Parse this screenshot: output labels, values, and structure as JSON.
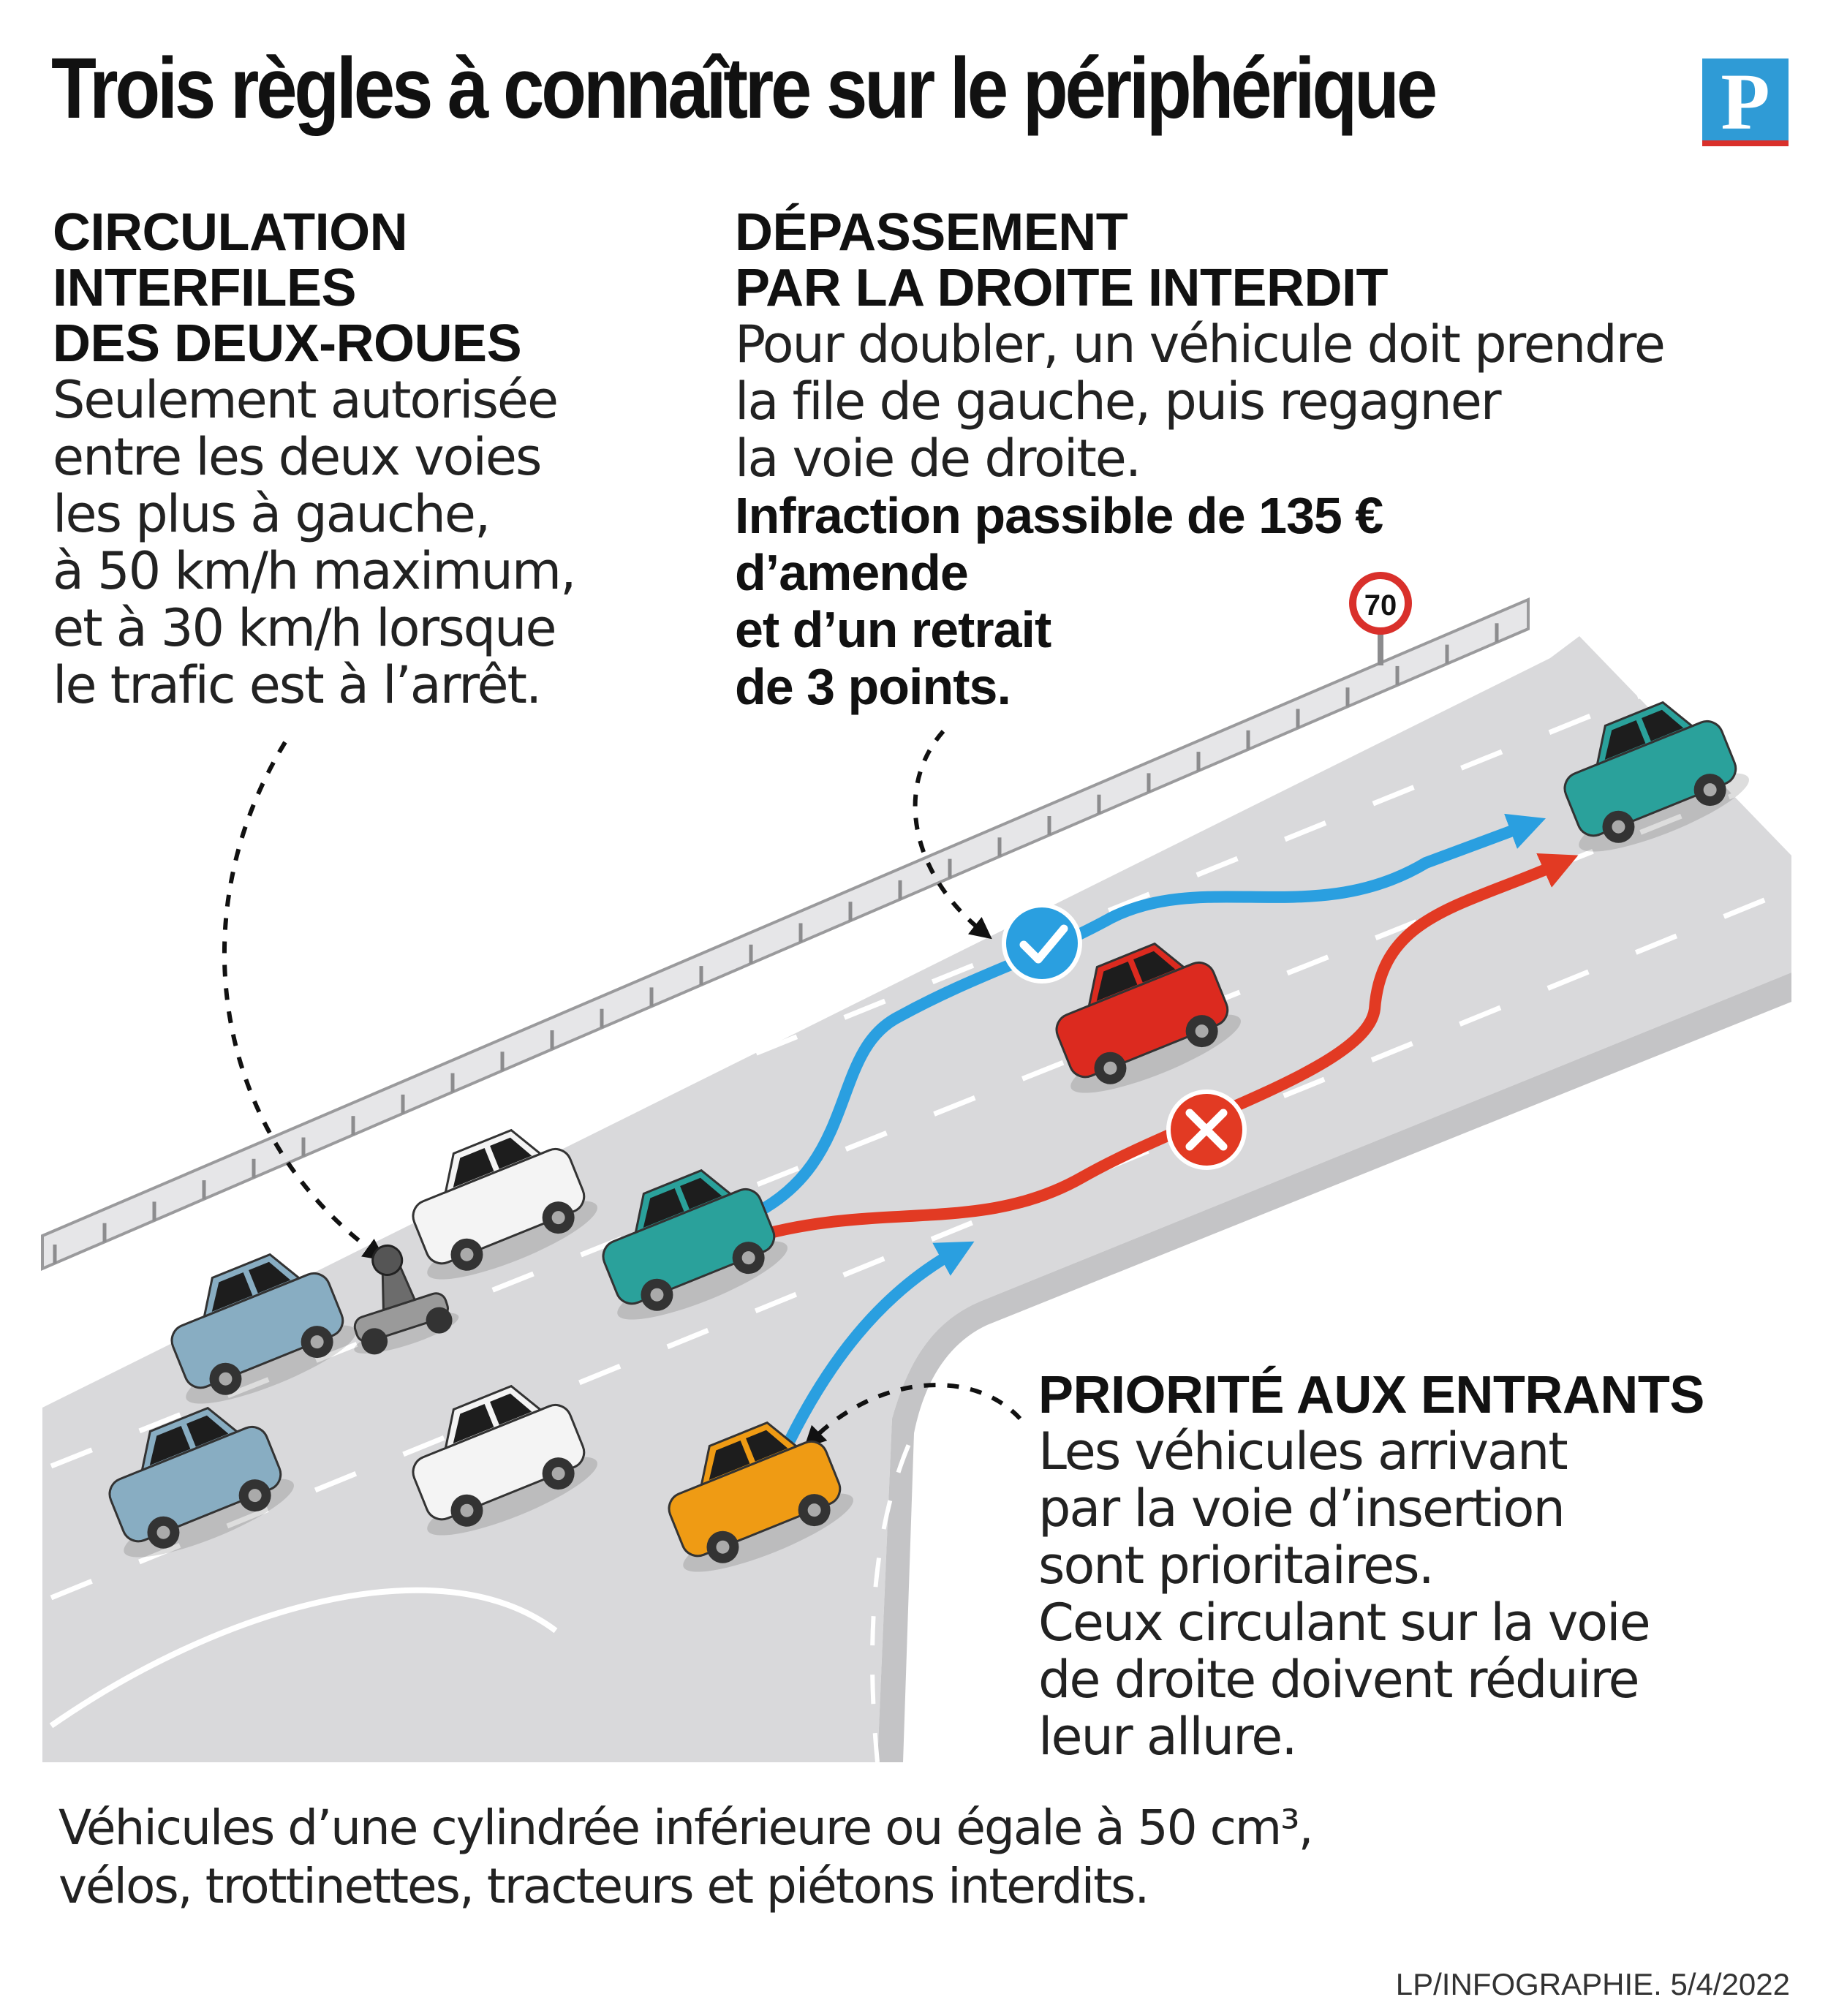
{
  "title": "Trois règles à connaître sur le périphérique",
  "logo": {
    "letter": "P",
    "color": "#2f9bd6",
    "underline_color": "#d9302b"
  },
  "speed_sign": {
    "value": "70"
  },
  "sections": {
    "interfiles": {
      "heading": [
        "CIRCULATION",
        "INTERFILES",
        "DES DEUX-ROUES"
      ],
      "body": [
        "Seulement autorisée",
        "entre les deux voies",
        "les plus à gauche,",
        "à 50 km/h maximum,",
        "et à 30 km/h lorsque",
        "le trafic est à l’arrêt."
      ]
    },
    "depassement": {
      "heading": [
        "DÉPASSEMENT",
        "PAR LA DROITE INTERDIT"
      ],
      "body": [
        "Pour doubler, un véhicule doit prendre",
        "la file de gauche, puis regagner",
        "la voie de droite."
      ],
      "penalty": [
        "Infraction passible de 135 €",
        "d’amende",
        "et d’un retrait",
        "de 3 points."
      ]
    },
    "priorite": {
      "heading": [
        "PRIORITÉ AUX ENTRANTS"
      ],
      "body": [
        "Les véhicules arrivant",
        "par la voie d’insertion",
        "sont prioritaires.",
        "Ceux circulant sur la voie",
        "de droite doivent réduire",
        "leur allure."
      ]
    }
  },
  "footer": {
    "note": [
      "Véhicules d’une cylindrée inférieure ou égale à 50 cm³,",
      "vélos, trottinettes, tracteurs et piétons interdits."
    ],
    "credit": "LP/INFOGRAPHIE.  5/4/2022"
  },
  "colors": {
    "road": "#d9d9db",
    "road_edge": "#c4c4c6",
    "allowed_path": "#2a9fe0",
    "forbidden_path": "#e23a23",
    "car_teal": "#2aa19b",
    "car_red": "#dc2a1f",
    "car_blue_grey": "#88adc2",
    "car_white": "#f4f4f4",
    "car_orange": "#ef9b14"
  },
  "icons": [
    "check-icon",
    "cross-icon",
    "speed-limit-sign-icon",
    "newspaper-logo-icon"
  ]
}
